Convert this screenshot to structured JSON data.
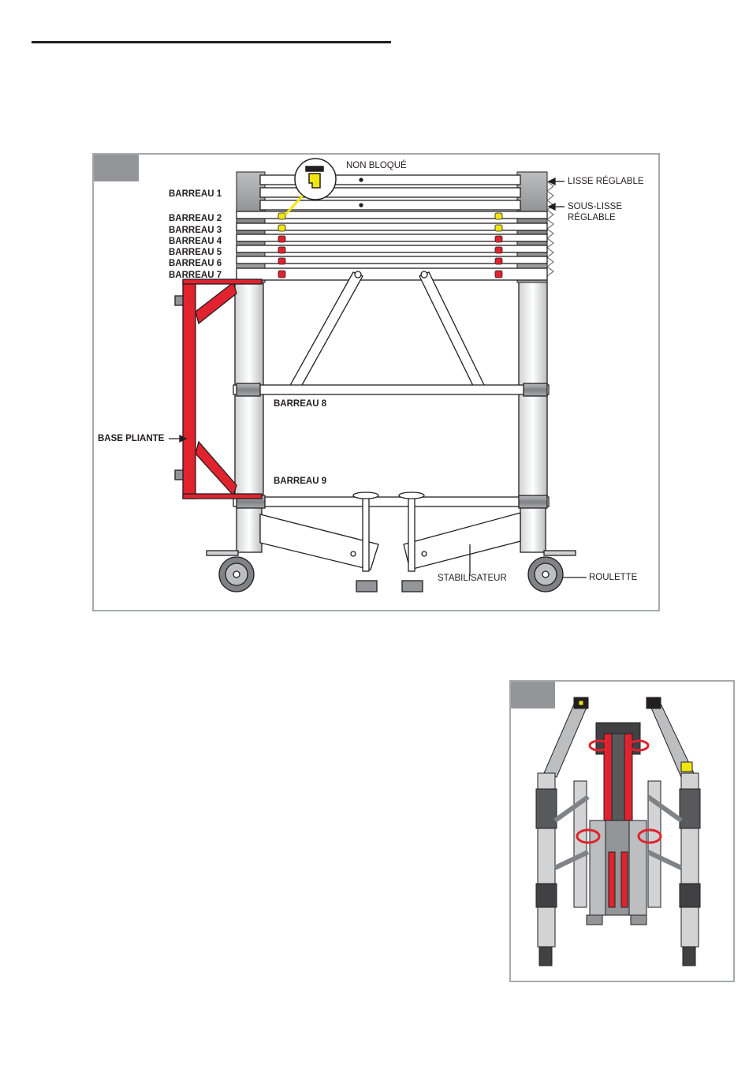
{
  "diagram": {
    "labels": {
      "non_bloque": "NON BLOQUÉ",
      "lisse_reglable": "LISSE RÉGLABLE",
      "sous_lisse_line1": "SOUS-LISSE",
      "sous_lisse_line2": "RÉGLABLE",
      "base_pliante": "BASE PLIANTE",
      "stabilisateur": "STABILISATEUR",
      "roulette": "ROULETTE"
    },
    "rungs": [
      "BARREAU 1",
      "BARREAU 2",
      "BARREAU 3",
      "BARREAU 4",
      "BARREAU 5",
      "BARREAU 6",
      "BARREAU 7",
      "BARREAU 8",
      "BARREAU 9"
    ],
    "lock_colors": {
      "unlocked": "#f1e60b",
      "locked": "#e0232e"
    },
    "frame_color": "#e0232e"
  },
  "photo": {
    "description_icons": [
      "folded-scaffold-photo"
    ]
  }
}
